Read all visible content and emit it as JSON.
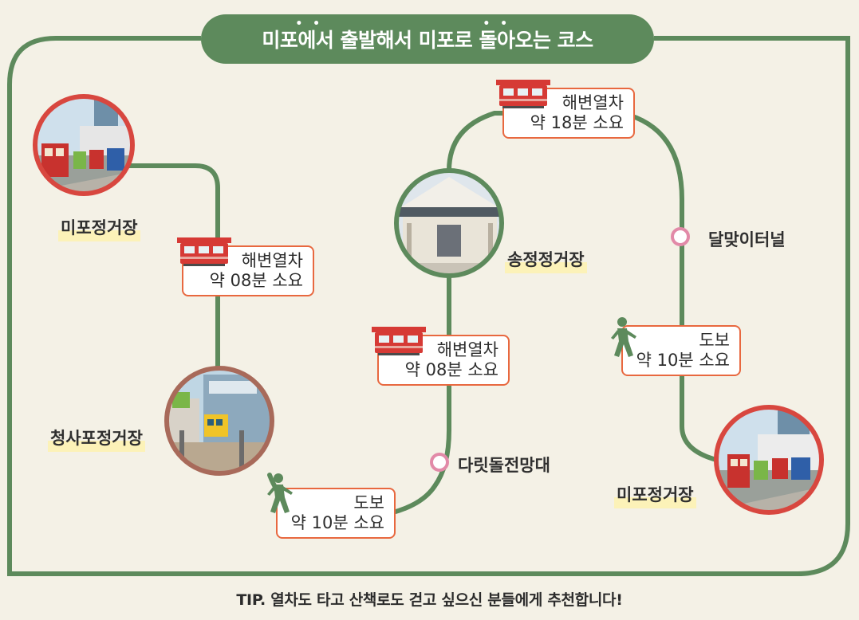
{
  "title": {
    "text": "미포에서 출발해서 미포로 돌아오는 코스",
    "emphasis_dots": "• •"
  },
  "stations": [
    {
      "name": "미포정거장"
    },
    {
      "name": "청사포정거장"
    },
    {
      "name": "송정정거장"
    },
    {
      "name": "미포정거장"
    }
  ],
  "stops": [
    {
      "name": "다릿돌전망대"
    },
    {
      "name": "달맞이터널"
    }
  ],
  "segments": [
    {
      "mode": "해변열차",
      "duration": "약 08분 소요"
    },
    {
      "mode": "도보",
      "duration": "약 10분 소요"
    },
    {
      "mode": "해변열차",
      "duration": "약 08분 소요"
    },
    {
      "mode": "해변열차",
      "duration": "약 18분 소요"
    },
    {
      "mode": "도보",
      "duration": "약 10분 소요"
    }
  ],
  "tip": "TIP. 열차도 타고 산책로도 걷고 싶으신 분들에게 추천합니다!",
  "colors": {
    "route": "#5d8a5c",
    "box_border": "#e8683f",
    "stop_ring": "#e28aa8",
    "train_red": "#d63a35",
    "label_highlight": "#fcf2b8"
  },
  "icons": [
    "train-icon",
    "walking-person-icon",
    "station-photo"
  ]
}
